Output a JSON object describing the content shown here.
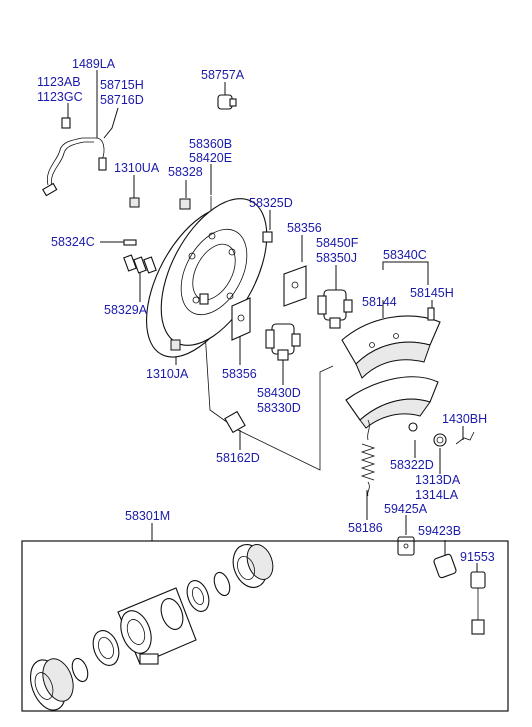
{
  "labels": {
    "l1489LA": "1489LA",
    "l1123AB": "1123AB",
    "l1123GC": "1123GC",
    "l58715H": "58715H",
    "l58716D": "58716D",
    "l58757A": "58757A",
    "l58360B": "58360B",
    "l58420E": "58420E",
    "l1310UA": "1310UA",
    "l58328": "58328",
    "l58325D": "58325D",
    "l58324C": "58324C",
    "l58356a": "58356",
    "l58450F": "58450F",
    "l58350J": "58350J",
    "l58340C": "58340C",
    "l58144": "58144",
    "l58145H": "58145H",
    "l58329A": "58329A",
    "l1310JA": "1310JA",
    "l58356b": "58356",
    "l58430D": "58430D",
    "l58330D": "58330D",
    "l1430BH": "1430BH",
    "l58162D": "58162D",
    "l58322D": "58322D",
    "l1313DA": "1313DA",
    "l1314LA": "1314LA",
    "l58301M": "58301M",
    "l58186": "58186",
    "l59425A": "59425A",
    "l59423B": "59423B",
    "l91553": "91553"
  }
}
